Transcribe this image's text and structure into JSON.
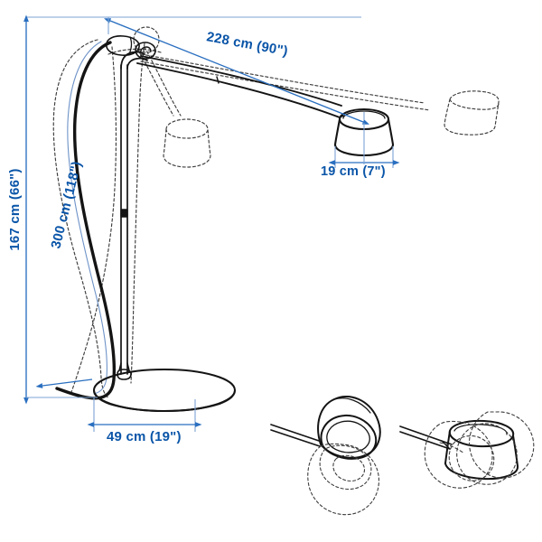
{
  "figure": {
    "kind": "product-dimension-drawing",
    "subject": "floor lamp with swing arm and round base",
    "background_color": "#ffffff",
    "line_color": "#1a1a1a",
    "dimension_color": "#0a55a8",
    "ghost_color": "#4a4a4a"
  },
  "dimensions": {
    "arm_reach": {
      "label": "228 cm (90\")",
      "value_cm": 228,
      "value_in": 90,
      "orientation": "diagonal"
    },
    "shade_width": {
      "label": "19 cm (7\")",
      "value_cm": 19,
      "value_in": 7,
      "orientation": "horizontal"
    },
    "height": {
      "label": "167 cm (66\")",
      "value_cm": 167,
      "value_in": 66,
      "orientation": "vertical"
    },
    "cord_length": {
      "label": "300 cm (118\")",
      "value_cm": 300,
      "value_in": 118,
      "orientation": "diagonal-steep"
    },
    "base_diameter": {
      "label": "49 cm (19\")",
      "value_cm": 49,
      "value_in": 19,
      "orientation": "horizontal"
    }
  },
  "detail_views": [
    {
      "name": "shade-tilt-detail-left",
      "caption": ""
    },
    {
      "name": "shade-rotate-detail-right",
      "caption": ""
    }
  ]
}
